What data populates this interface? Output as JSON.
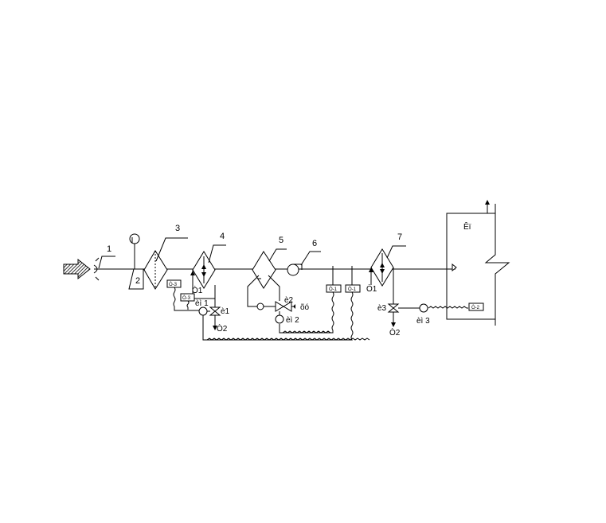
{
  "diagram": {
    "component_numbers": [
      "1",
      "2",
      "3",
      "4",
      "5",
      "6",
      "7"
    ],
    "labels": {
      "room": "Êï",
      "return_left": "Ò1",
      "return_right": "Ò1",
      "supply_left": "Ò2",
      "supply_right": "Ò2",
      "sensor_1": "èì  1",
      "sensor_2": "èì  2",
      "sensor_3": "èì  3",
      "valve_1": "è1",
      "valve_2": "è2",
      "valve_3": "è3",
      "outlet": "õó"
    },
    "boxes": {
      "box_o3_top": "Ò-3",
      "box_o3_bottom": "Ò-3",
      "box_o1_a": "Ò-1",
      "box_o1_b": "Ò-1",
      "box_o2": "Ò-2"
    }
  }
}
